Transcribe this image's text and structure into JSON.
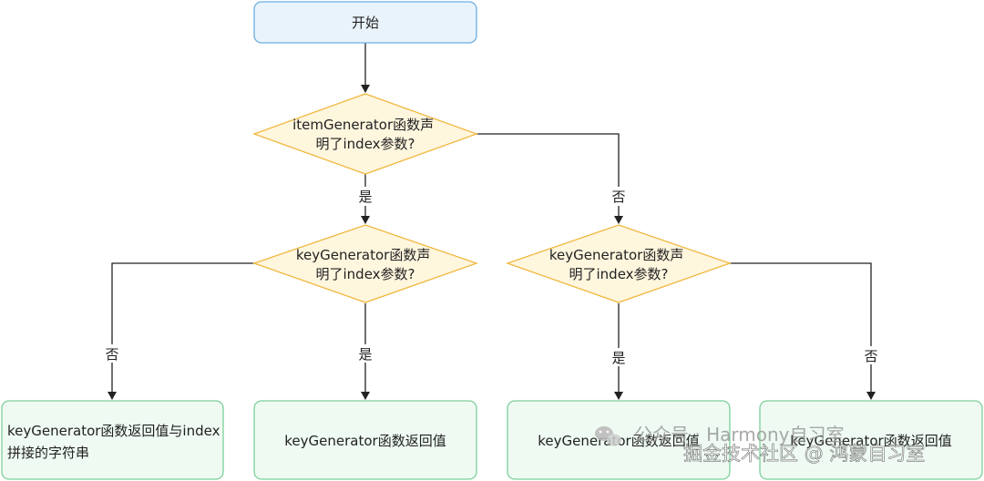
{
  "colors": {
    "start_fill": "#e8f3fb",
    "start_stroke": "#6aaee0",
    "decision_fill": "#fff6de",
    "decision_stroke": "#f0b840",
    "result_fill": "#eefaf2",
    "result_stroke": "#7ccf9a",
    "edge": "#222222"
  },
  "nodes": {
    "start": {
      "lines": [
        "开始"
      ]
    },
    "decision_item": {
      "lines": [
        "itemGenerator函数声",
        "明了index参数?"
      ]
    },
    "decision_key_left": {
      "lines": [
        "keyGenerator函数声",
        "明了index参数?"
      ]
    },
    "decision_key_right": {
      "lines": [
        "keyGenerator函数声",
        "明了index参数?"
      ]
    },
    "result_1": {
      "lines": [
        "keyGenerator函数返回值与index",
        "拼接的字符串"
      ]
    },
    "result_2": {
      "lines": [
        "keyGenerator函数返回值"
      ]
    },
    "result_3": {
      "lines": [
        "keyGenerator函数返回值"
      ]
    },
    "result_4": {
      "lines": [
        "keyGenerator函数返回值"
      ]
    }
  },
  "edge_labels": {
    "item_yes": "是",
    "item_no": "否",
    "left_no": "否",
    "left_yes": "是",
    "right_yes": "是",
    "right_no": "否"
  },
  "watermark": {
    "line1": "公众号 · Harmony自习室",
    "line2": "掘金技术社区 @ 鸿蒙自习室"
  }
}
